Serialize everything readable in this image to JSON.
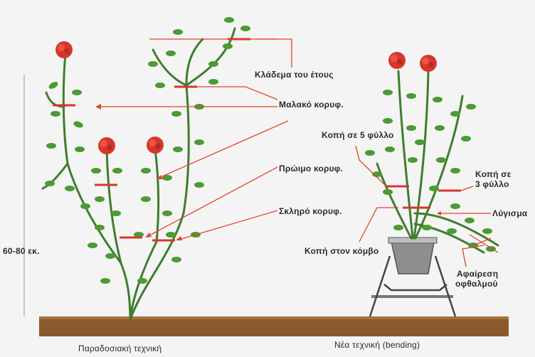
{
  "labels": {
    "annual_growth": "Κλάδεμα του έτους",
    "soft_tip": "Μαλακό κορυφ.",
    "cut_5_leaves": "Κοπή σε 5 φύλλο",
    "early_tip": "Πρώιμο κορυφ.",
    "cut_3_leaf_line1": "Κοπή σε",
    "cut_3_leaf_line2": "3 φύλλο",
    "hard_tip": "Σκληρό κορυφ.",
    "bend": "Λύγισμα",
    "height": "60-80 εκ.",
    "cut_node": "Κοπή στον κόμβο",
    "remove_line1": "Αφαίρεση",
    "remove_line2": "οφθαλμού",
    "caption_left": "Παραδοσιακή τεχνική",
    "caption_right": "Νέα τεχνική (bending)"
  },
  "colors": {
    "stem": "#3f7d2e",
    "leaf": "#4c9a34",
    "flower": "#d8362c",
    "pointer": "#e0442a",
    "soil": "#8a5a2c",
    "pot": "#8e8e8e"
  }
}
